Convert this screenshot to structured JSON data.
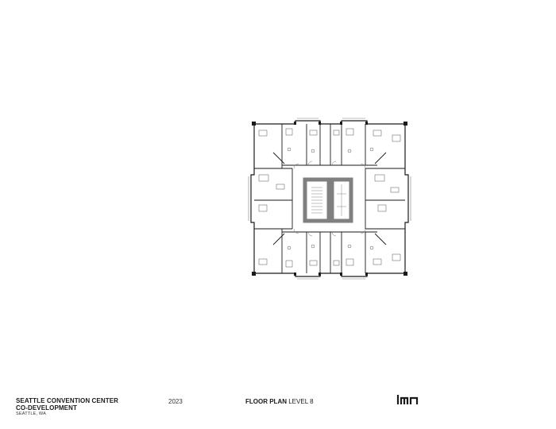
{
  "project": {
    "line1": "SEATTLE CONVENTION CENTER",
    "line2": "CO-DEVELOPMENT",
    "city": "SEATTLE, WA"
  },
  "year": "2023",
  "sheet": {
    "title_bold": "FLOOR PLAN",
    "title_light": "LEVEL 8"
  },
  "logo": {
    "text": "lmn",
    "color": "#1a1a1a"
  },
  "plan": {
    "wall_color": "#1a1a1a",
    "core_color": "#808080",
    "stair_color": "#9a9a9a"
  }
}
